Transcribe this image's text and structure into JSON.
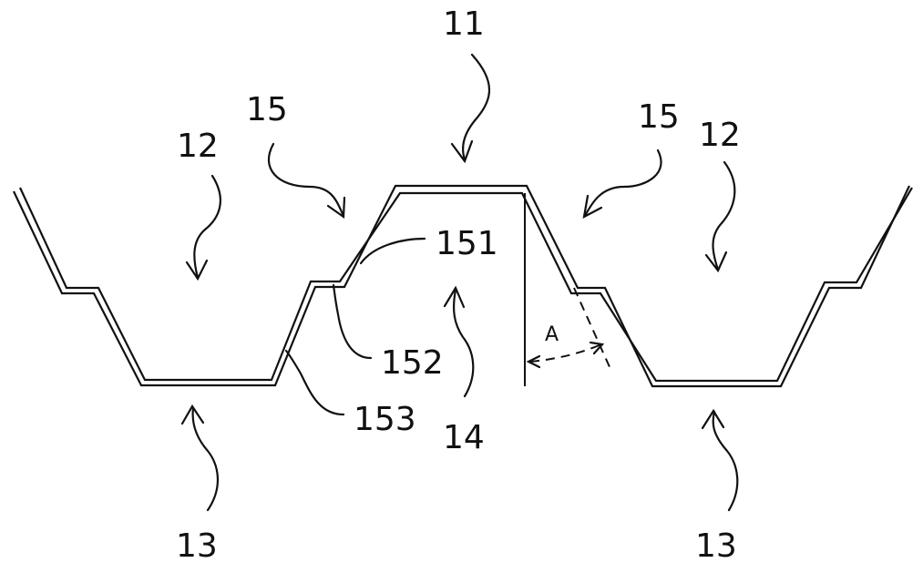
{
  "labels": {
    "top_profile": "11",
    "left_valley_top": "12",
    "right_valley_top": "12",
    "left_bottom": "13",
    "right_bottom": "13",
    "center_inner": "14",
    "left_step": "15",
    "right_step": "15",
    "seg_151": "151",
    "seg_152": "152",
    "seg_153": "153",
    "angle": "A"
  },
  "colors": {
    "stroke": "#111111",
    "background": "#ffffff"
  }
}
